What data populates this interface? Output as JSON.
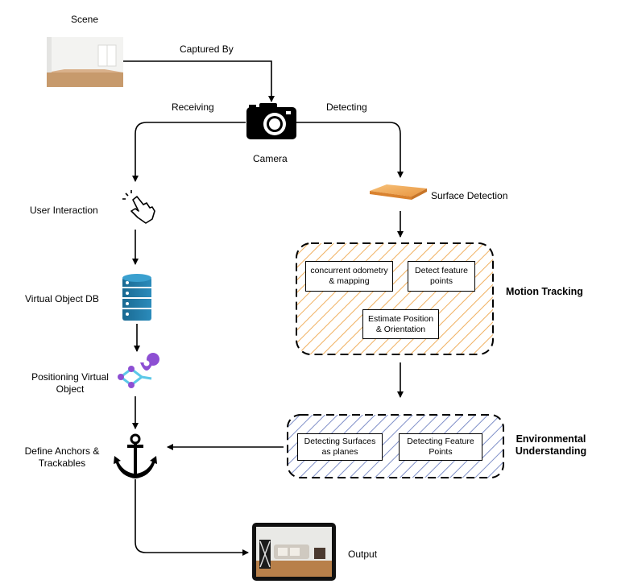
{
  "labels": {
    "scene": "Scene",
    "captured_by": "Captured By",
    "receiving": "Receiving",
    "detecting": "Detecting",
    "camera": "Camera",
    "user_interaction": "User Interaction",
    "surface_detection": "Surface Detection",
    "virtual_object_db": "Virtual Object DB",
    "positioning_line1": "Positioning Virtual",
    "positioning_line2": "Object",
    "anchors_line1": "Define Anchors &",
    "anchors_line2": "Trackables",
    "output": "Output"
  },
  "motion_tracking": {
    "title": "Motion Tracking",
    "box1_line1": "concurrent odometry",
    "box1_line2": "& mapping",
    "box2_line1": "Detect feature",
    "box2_line2": "points",
    "box3_line1": "Estimate Position",
    "box3_line2": "& Orientation",
    "hatch_color": "#f0b060"
  },
  "environmental_understanding": {
    "title_line1": "Environmental",
    "title_line2": "Understanding",
    "box1_line1": "Detecting Surfaces",
    "box1_line2": "as planes",
    "box2_line1": "Detecting Feature",
    "box2_line2": "Points",
    "hatch_color": "#7f8fc8"
  },
  "icons": {
    "scene": "room-photo",
    "camera": "camera-icon",
    "hand": "pointer-hand-icon",
    "db": "database-icon",
    "positioning": "3d-placement-icon",
    "anchor": "anchor-icon",
    "surface": "surface-plane-icon",
    "output": "tablet-output-image"
  }
}
